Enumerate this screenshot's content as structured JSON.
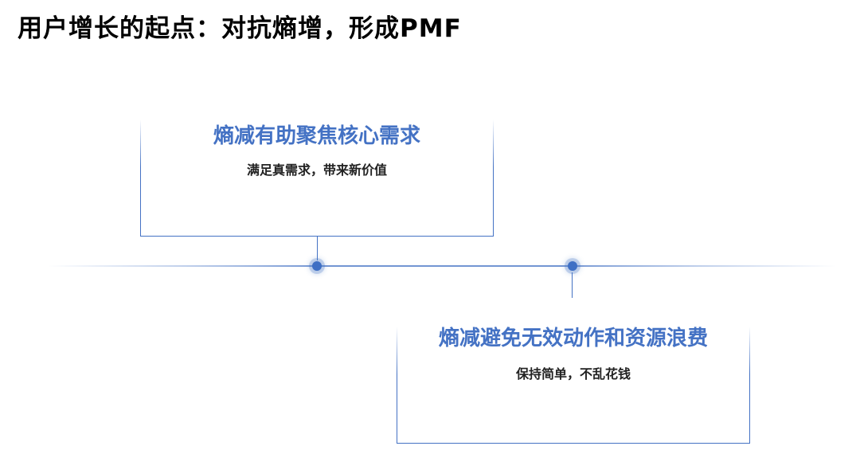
{
  "page": {
    "title": "用户增长的起点：对抗熵增，形成PMF"
  },
  "cards": [
    {
      "title": "熵减有助聚焦核心需求",
      "subtitle": "满足真需求，带来新价值"
    },
    {
      "title": "熵减避免无效动作和资源浪费",
      "subtitle": "保持简单，不乱花钱"
    }
  ],
  "colors": {
    "accent": "#4472c4",
    "title_text": "#000000",
    "body_text": "#222222",
    "background": "#ffffff"
  }
}
